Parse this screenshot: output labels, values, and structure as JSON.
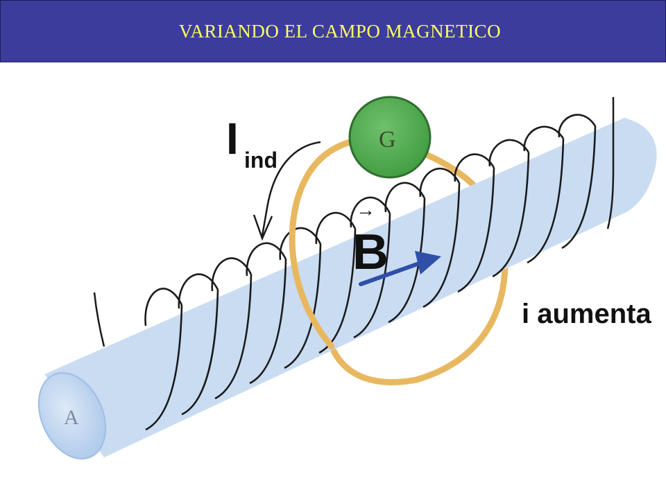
{
  "title": {
    "text": "VARIANDO EL CAMPO MAGNETICO",
    "text_color": "#ffff66",
    "background": "#3c3c9c"
  },
  "diagram": {
    "galvanometer_label": "G",
    "rod_end_label": "A",
    "current_symbol": "I",
    "current_subscript": "ind",
    "field_symbol": "B",
    "field_vector_arrow": "→",
    "increase_label": "i aumenta",
    "colors": {
      "rod": "#8fb5e0",
      "coil_wire": "#1a1a1a",
      "loop": "#e8b860",
      "galvanometer": "#52a552",
      "field_arrow": "#2f4fa8"
    }
  }
}
